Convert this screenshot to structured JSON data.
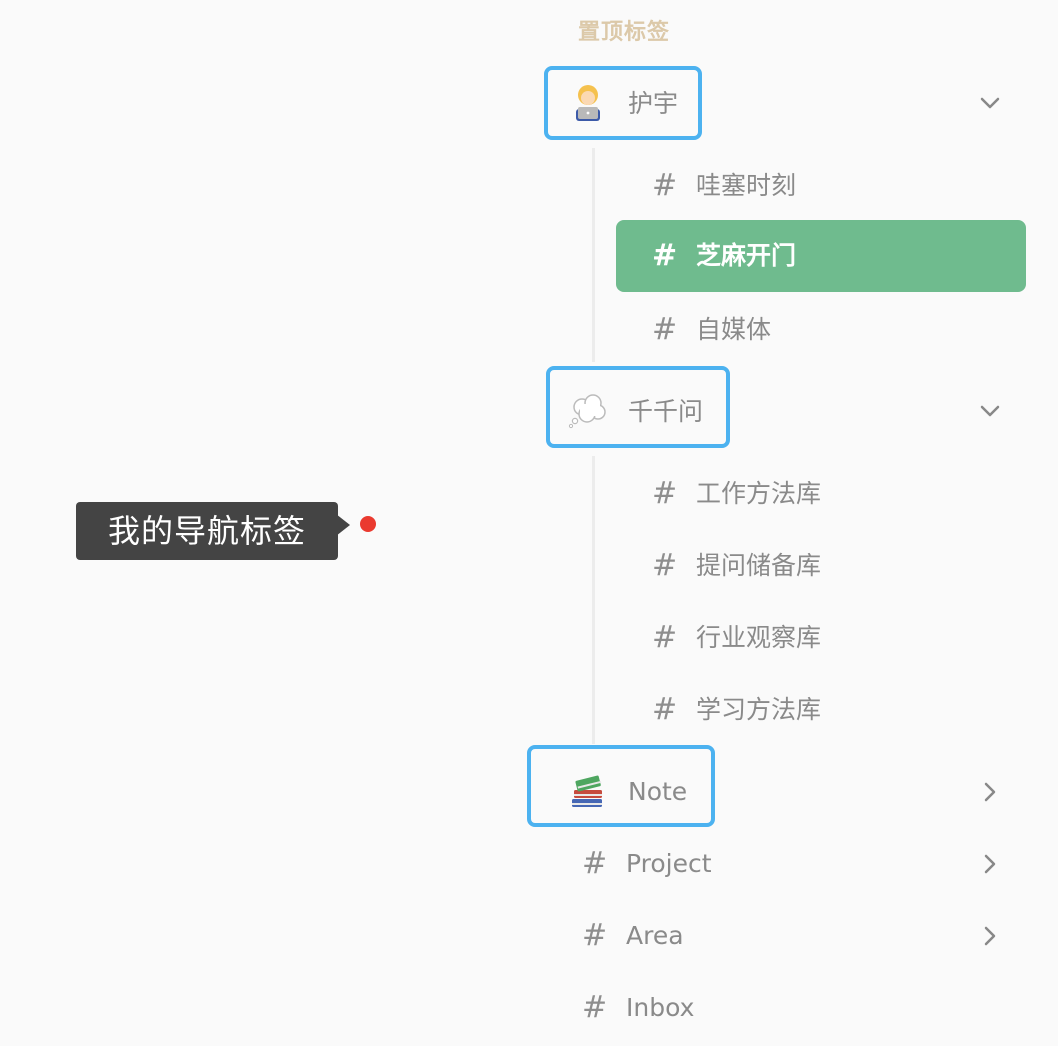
{
  "section_header": "置顶标签",
  "groups": [
    {
      "name": "护宇",
      "icon": "person-laptop-icon",
      "expanded": true,
      "tags": [
        "哇塞时刻",
        "芝麻开门",
        "自媒体"
      ],
      "active_tag": "芝麻开门"
    },
    {
      "name": "千千问",
      "icon": "thought-bubble-icon",
      "expanded": true,
      "tags": [
        "工作方法库",
        "提问储备库",
        "行业观察库",
        "学习方法库"
      ]
    },
    {
      "name": "Note",
      "icon": "books-icon",
      "expanded": false
    }
  ],
  "top_level_tags": [
    {
      "label": "Project",
      "has_children": true
    },
    {
      "label": "Area",
      "has_children": true
    },
    {
      "label": "Inbox",
      "has_children": false
    }
  ],
  "hash_symbol": "#",
  "callout": {
    "text": "我的导航标签"
  },
  "colors": {
    "section_header": "#dcc9a9",
    "highlight_border": "#4cb2f0",
    "active_tag_bg": "#6fbb8e",
    "callout_bg": "#444444",
    "marker_dot": "#ea3a2f",
    "text": "#8a8a8a"
  }
}
